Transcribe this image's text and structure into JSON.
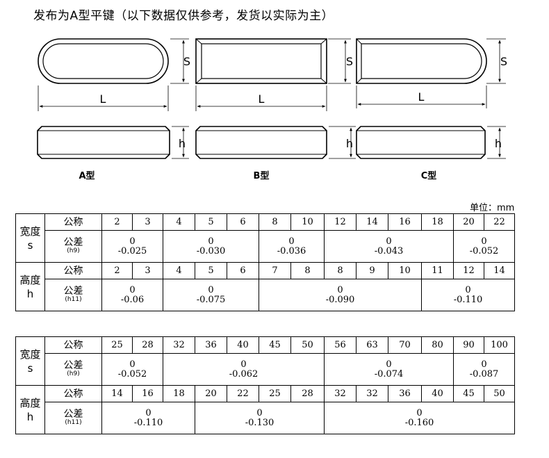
{
  "title": "发布为A型平键（以下数据仅供参考，发货以实际为主）",
  "drawings": {
    "dim_S": "S",
    "dim_L": "L",
    "dim_h": "h",
    "type_labels": [
      "A型",
      "B型",
      "C型"
    ]
  },
  "unit_label": "单位：mm",
  "tables": [
    {
      "width": {
        "label_line1": "宽度",
        "label_line2": "s",
        "nominal_label": "公称",
        "nominal": [
          "2",
          "3",
          "4",
          "5",
          "6",
          "8",
          "10",
          "12",
          "14",
          "16",
          "18",
          "20",
          "22"
        ],
        "tol_label": "公差",
        "tol_code": "(h9)",
        "tol_groups": [
          {
            "span": 2,
            "upper": "0",
            "lower": "-0.025"
          },
          {
            "span": 3,
            "upper": "0",
            "lower": "-0.030"
          },
          {
            "span": 2,
            "upper": "0",
            "lower": "-0.036"
          },
          {
            "span": 4,
            "upper": "0",
            "lower": "-0.043"
          },
          {
            "span": 2,
            "upper": "0",
            "lower": "-0.052"
          }
        ]
      },
      "height": {
        "label_line1": "高度",
        "label_line2": "h",
        "nominal_label": "公称",
        "nominal": [
          "2",
          "3",
          "4",
          "5",
          "6",
          "7",
          "8",
          "8",
          "9",
          "10",
          "11",
          "12",
          "14"
        ],
        "tol_label": "公差",
        "tol_code": "(h11)",
        "tol_groups": [
          {
            "span": 2,
            "upper": "0",
            "lower": "-0.06"
          },
          {
            "span": 3,
            "upper": "0",
            "lower": "-0.075"
          },
          {
            "span": 5,
            "upper": "0",
            "lower": "-0.090"
          },
          {
            "span": 3,
            "upper": "0",
            "lower": "-0.110"
          }
        ]
      }
    },
    {
      "width": {
        "label_line1": "宽度",
        "label_line2": "s",
        "nominal_label": "公称",
        "nominal": [
          "25",
          "28",
          "32",
          "36",
          "40",
          "45",
          "50",
          "56",
          "63",
          "70",
          "80",
          "90",
          "100"
        ],
        "tol_label": "公差",
        "tol_code": "(h9)",
        "tol_groups": [
          {
            "span": 2,
            "upper": "0",
            "lower": "-0.052"
          },
          {
            "span": 5,
            "upper": "0",
            "lower": "-0.062"
          },
          {
            "span": 4,
            "upper": "0",
            "lower": "-0.074"
          },
          {
            "span": 2,
            "upper": "0",
            "lower": "-0.087"
          }
        ]
      },
      "height": {
        "label_line1": "高度",
        "label_line2": "h",
        "nominal_label": "公称",
        "nominal": [
          "14",
          "16",
          "18",
          "20",
          "22",
          "25",
          "28",
          "32",
          "32",
          "36",
          "40",
          "45",
          "50"
        ],
        "tol_label": "公差",
        "tol_code": "(h11)",
        "tol_groups": [
          {
            "span": 3,
            "upper": "0",
            "lower": "-0.110"
          },
          {
            "span": 4,
            "upper": "0",
            "lower": "-0.130"
          },
          {
            "span": 6,
            "upper": "0",
            "lower": "-0.160"
          }
        ]
      }
    }
  ]
}
